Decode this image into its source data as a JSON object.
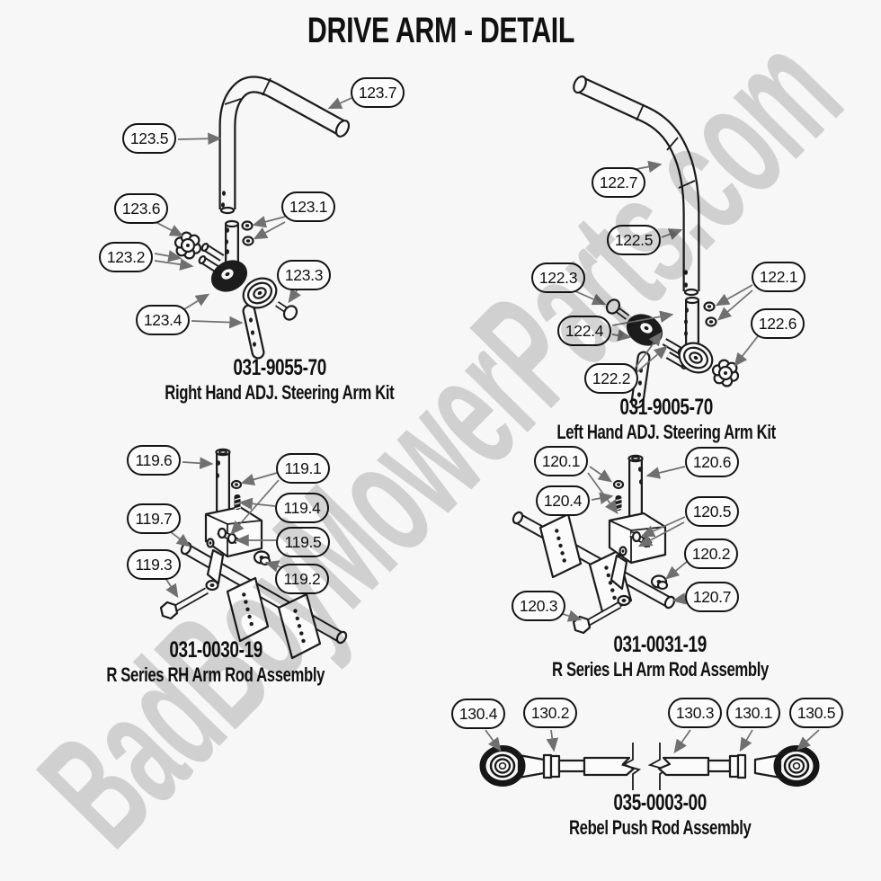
{
  "page": {
    "title": "DRIVE ARM - DETAIL",
    "watermark": "BadBoyMowerParts.com",
    "colors": {
      "background": "#f7f7f7",
      "line_art": "#1c1c1c",
      "leader_line": "#707070",
      "watermark": "#d7d7d7",
      "callout_fill": "#fcfcfc"
    }
  },
  "assemblies": [
    {
      "id": "rh-steering-arm-kit",
      "part_number": "031-9055-70",
      "name": "Right Hand ADJ. Steering Arm Kit",
      "callouts": [
        {
          "label": "123.7"
        },
        {
          "label": "123.5"
        },
        {
          "label": "123.6"
        },
        {
          "label": "123.1"
        },
        {
          "label": "123.2"
        },
        {
          "label": "123.3"
        },
        {
          "label": "123.4"
        }
      ]
    },
    {
      "id": "lh-steering-arm-kit",
      "part_number": "031-9005-70",
      "name": "Left Hand ADJ. Steering Arm Kit",
      "callouts": [
        {
          "label": "122.7"
        },
        {
          "label": "122.5"
        },
        {
          "label": "122.3"
        },
        {
          "label": "122.1"
        },
        {
          "label": "122.4"
        },
        {
          "label": "122.6"
        },
        {
          "label": "122.2"
        }
      ]
    },
    {
      "id": "rh-arm-rod-assembly",
      "part_number": "031-0030-19",
      "name": "R Series RH Arm Rod Assembly",
      "callouts": [
        {
          "label": "119.6"
        },
        {
          "label": "119.1"
        },
        {
          "label": "119.4"
        },
        {
          "label": "119.7"
        },
        {
          "label": "119.5"
        },
        {
          "label": "119.3"
        },
        {
          "label": "119.2"
        }
      ]
    },
    {
      "id": "lh-arm-rod-assembly",
      "part_number": "031-0031-19",
      "name": "R Series LH Arm Rod Assembly",
      "callouts": [
        {
          "label": "120.1"
        },
        {
          "label": "120.6"
        },
        {
          "label": "120.4"
        },
        {
          "label": "120.5"
        },
        {
          "label": "120.2"
        },
        {
          "label": "120.3"
        },
        {
          "label": "120.7"
        }
      ]
    },
    {
      "id": "rebel-push-rod-assembly",
      "part_number": "035-0003-00",
      "name": "Rebel Push Rod Assembly",
      "callouts": [
        {
          "label": "130.4"
        },
        {
          "label": "130.2"
        },
        {
          "label": "130.3"
        },
        {
          "label": "130.1"
        },
        {
          "label": "130.5"
        }
      ]
    }
  ]
}
